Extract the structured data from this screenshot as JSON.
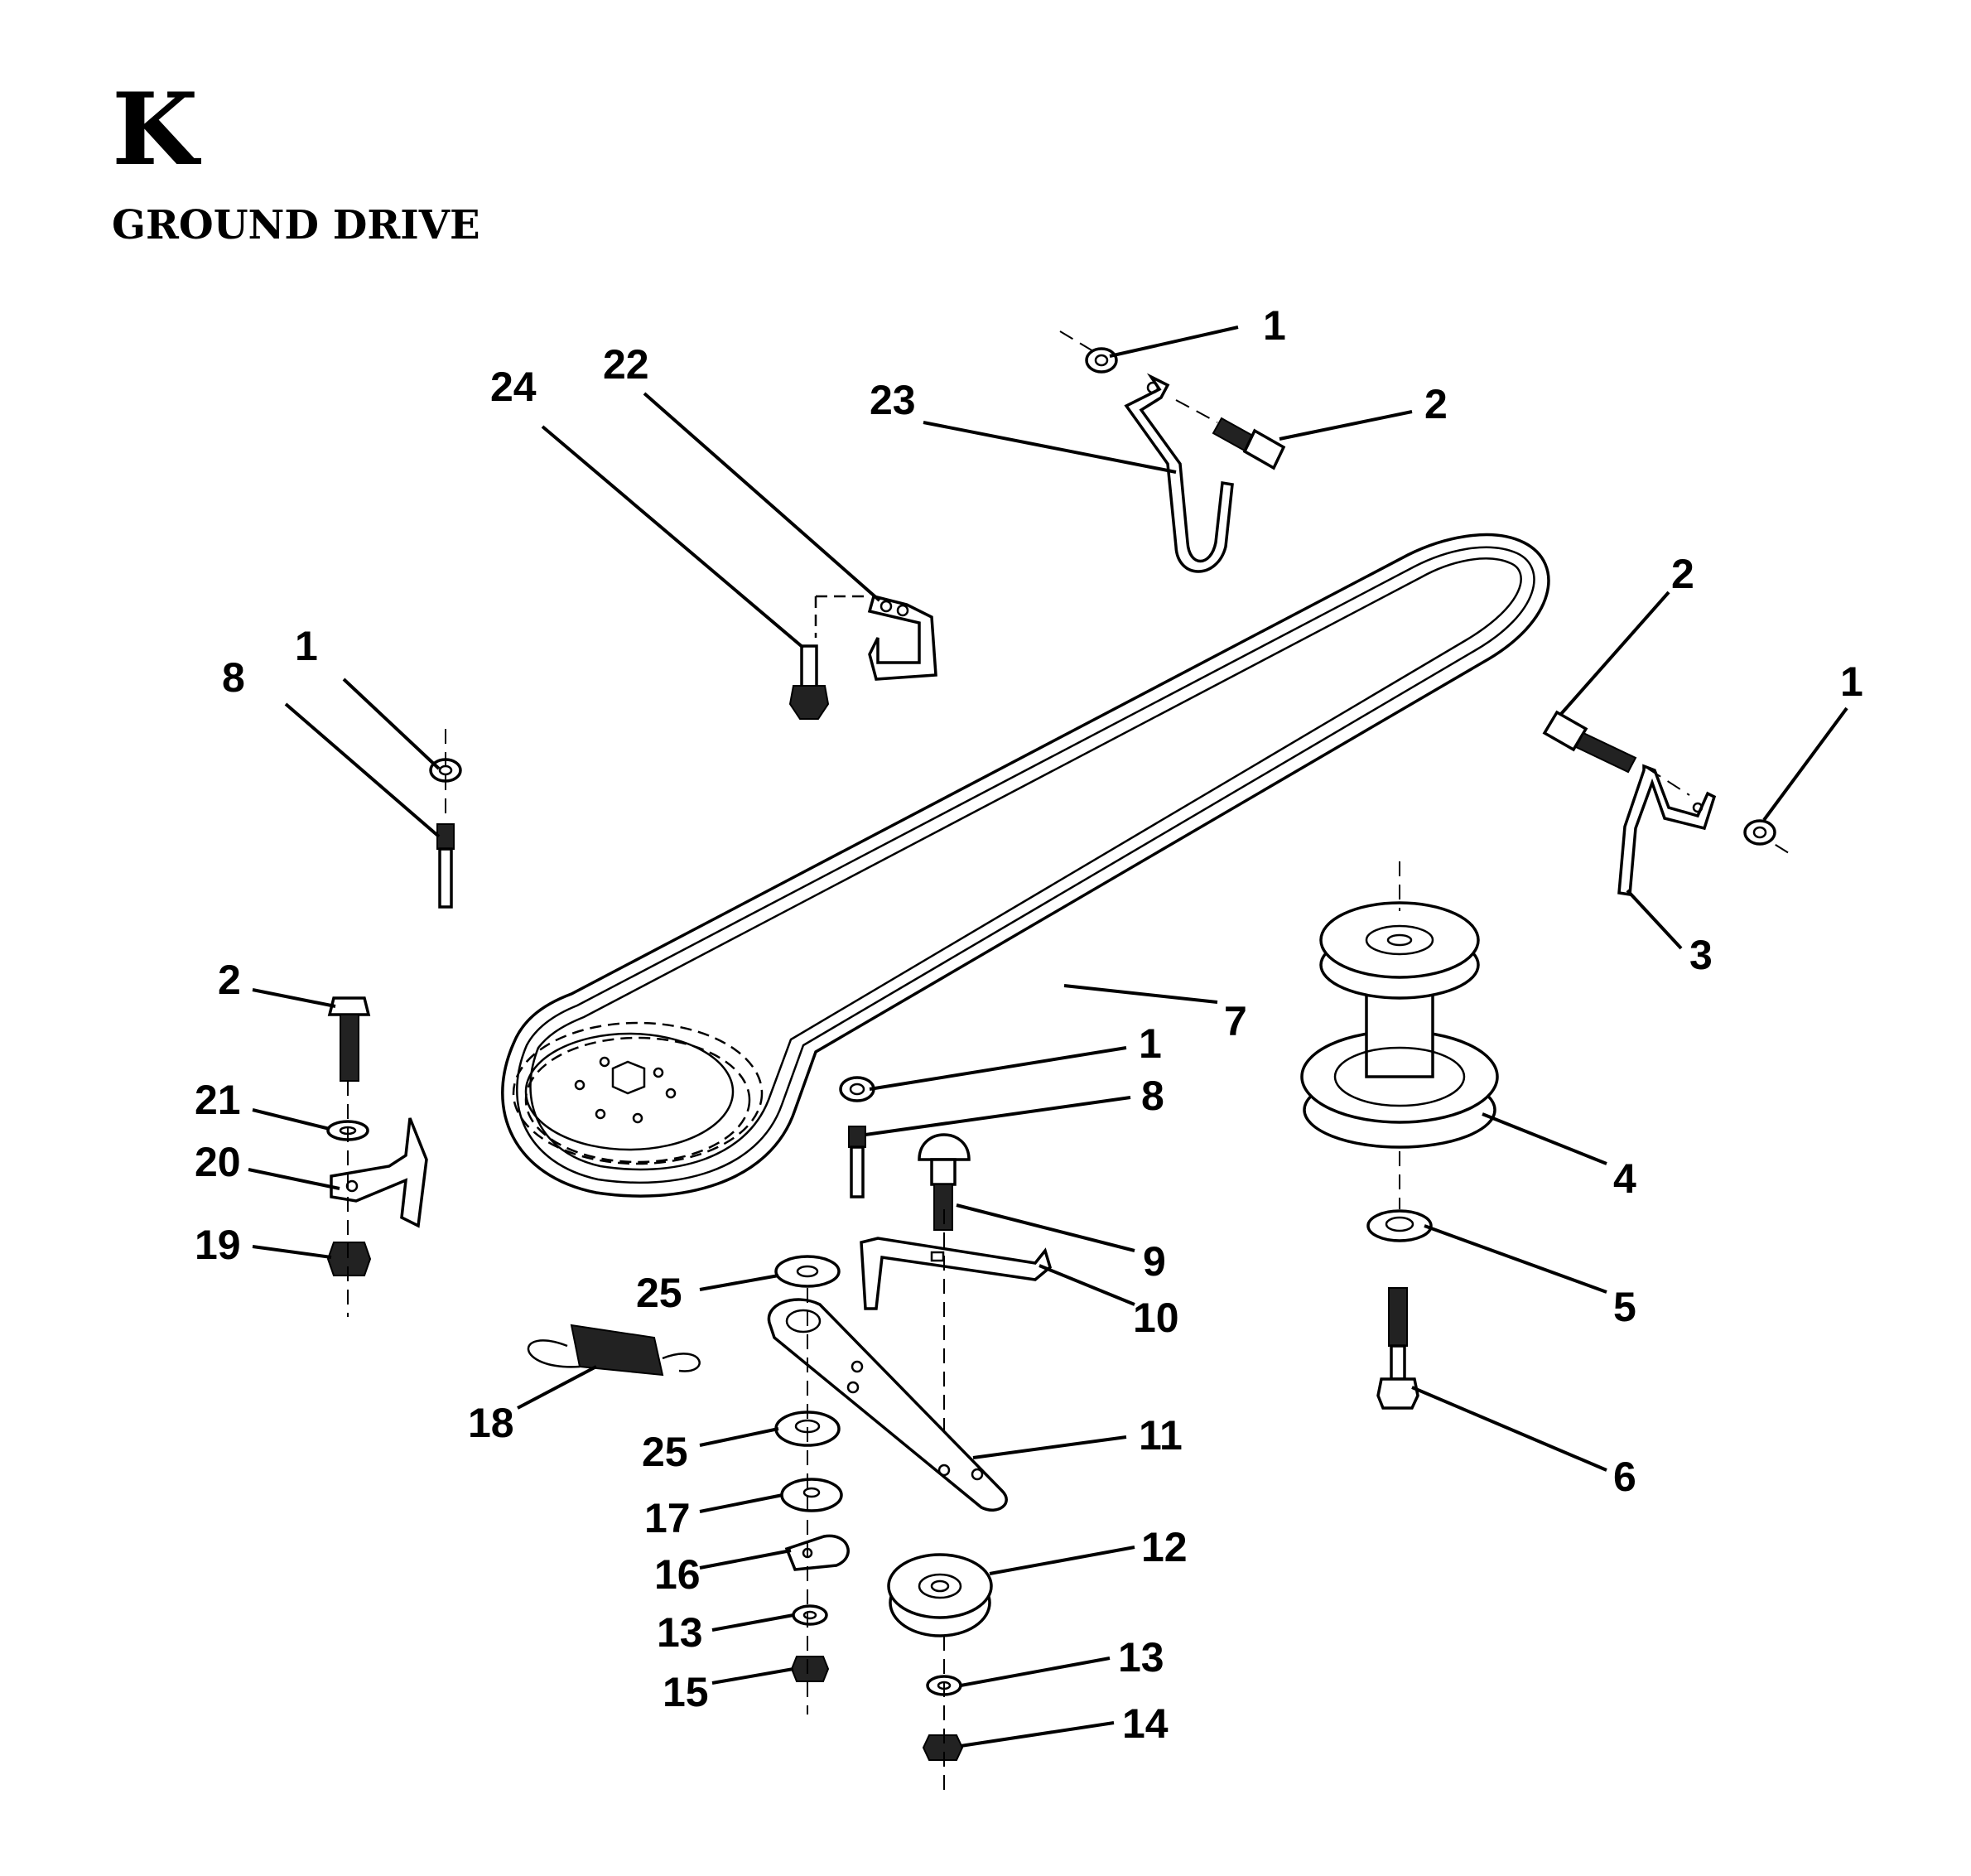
{
  "header": {
    "section_letter": "K",
    "section_title": "GROUND DRIVE"
  },
  "callouts": [
    {
      "id": "c1a",
      "num": "1"
    },
    {
      "id": "c2a",
      "num": "2"
    },
    {
      "id": "c23",
      "num": "23"
    },
    {
      "id": "c24",
      "num": "24"
    },
    {
      "id": "c22",
      "num": "22"
    },
    {
      "id": "c2b",
      "num": "2"
    },
    {
      "id": "c1b",
      "num": "1"
    },
    {
      "id": "c3",
      "num": "3"
    },
    {
      "id": "c1c",
      "num": "1"
    },
    {
      "id": "c8a",
      "num": "8"
    },
    {
      "id": "c7",
      "num": "7"
    },
    {
      "id": "c2c",
      "num": "2"
    },
    {
      "id": "c1d",
      "num": "1"
    },
    {
      "id": "c8b",
      "num": "8"
    },
    {
      "id": "c4",
      "num": "4"
    },
    {
      "id": "c21",
      "num": "21"
    },
    {
      "id": "c20",
      "num": "20"
    },
    {
      "id": "c19",
      "num": "19"
    },
    {
      "id": "c9",
      "num": "9"
    },
    {
      "id": "c25a",
      "num": "25"
    },
    {
      "id": "c10",
      "num": "10"
    },
    {
      "id": "c5",
      "num": "5"
    },
    {
      "id": "c18",
      "num": "18"
    },
    {
      "id": "c11",
      "num": "11"
    },
    {
      "id": "c25b",
      "num": "25"
    },
    {
      "id": "c6",
      "num": "6"
    },
    {
      "id": "c17",
      "num": "17"
    },
    {
      "id": "c12",
      "num": "12"
    },
    {
      "id": "c16",
      "num": "16"
    },
    {
      "id": "c13a",
      "num": "13"
    },
    {
      "id": "c13b",
      "num": "13"
    },
    {
      "id": "c15",
      "num": "15"
    },
    {
      "id": "c14",
      "num": "14"
    }
  ]
}
